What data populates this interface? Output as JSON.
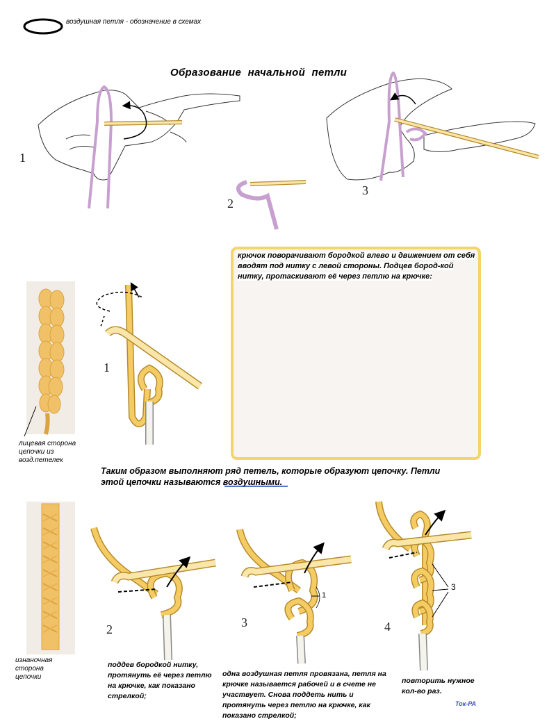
{
  "legend": {
    "text": "воздушная петля - обозначение в схемах",
    "icon": "air-loop-ellipse"
  },
  "title": "Образование начальной петли",
  "steps": {
    "top": [
      "1",
      "2",
      "3"
    ],
    "middle": [
      "1"
    ],
    "bottom": [
      "2",
      "3",
      "4"
    ],
    "bottom_label": "1",
    "bottom_label_3": "3"
  },
  "info_box": {
    "text": "крючок поворачивают бородкой влево и движением от себя вводят под нитку с левой стороны. Подцев бород-кой нитку, протаскивают её через петлю на крючке:"
  },
  "side_captions": {
    "front": "лицевая сторона цепочки из возд.петелек",
    "back": "изнаночная сторона цепочки"
  },
  "summary": {
    "text_before": "Таким образом выполняют ряд петель, которые образуют цепочку. Петли этой цепочки называются ",
    "highlight": "воздушными",
    "text_after": "."
  },
  "captions": {
    "step2": "поддев бородкой нитку, протянуть её через петлю на крючке, как показано стрелкой;",
    "step3": "одна воздушная петля провязана, петля на крючке называется рабочей и в счете не участвует. Снова поддеть нить и протянуть через петлю на крючке, как показано стрелкой;",
    "step4": "повторить нужное кол-во раз."
  },
  "credit": "Ток-PA",
  "colors": {
    "yarn": "#f5cc63",
    "yarn_outline": "#b58a2a",
    "thread": "#c7a0cf",
    "box_border": "#f3d56a",
    "underline": "#2040c0"
  }
}
